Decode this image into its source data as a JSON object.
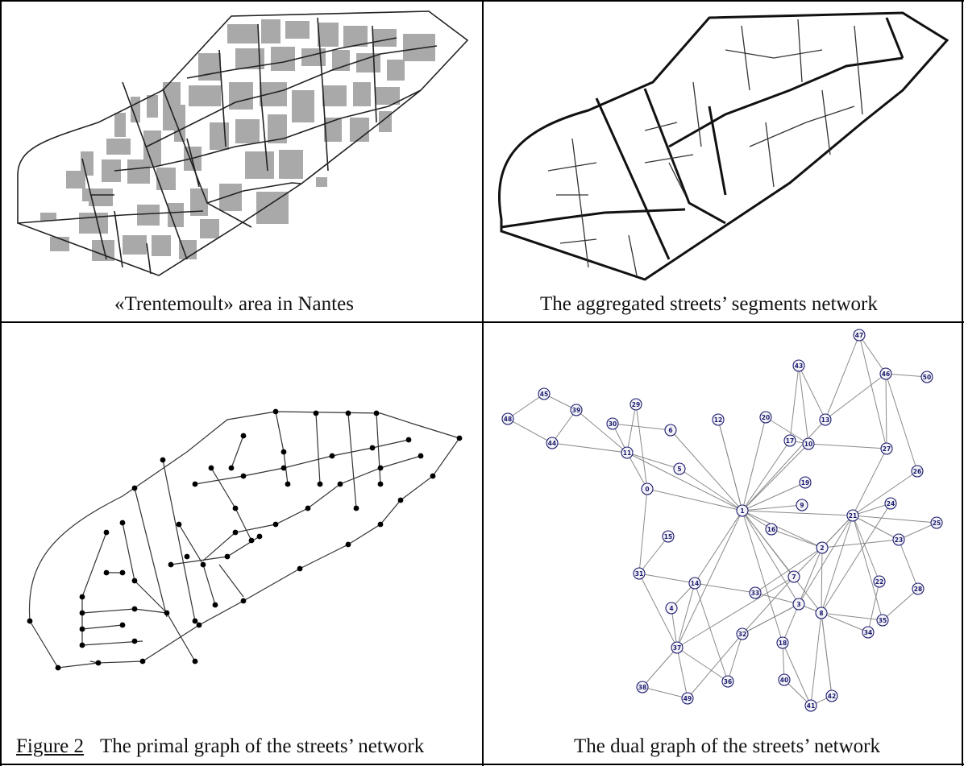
{
  "figure": {
    "label": "Figure 2",
    "panels": [
      {
        "id": "top-left",
        "caption": "«Trentemoult» area in Nantes"
      },
      {
        "id": "top-right",
        "caption": "The aggregated streets’ segments network"
      },
      {
        "id": "bottom-left",
        "caption": "The primal graph of the streets’ network"
      },
      {
        "id": "bottom-right",
        "caption": "The dual graph of the streets’ network"
      }
    ]
  },
  "dual_graph": {
    "node_labels": [
      "0",
      "1",
      "2",
      "3",
      "4",
      "5",
      "6",
      "7",
      "8",
      "9",
      "10",
      "11",
      "12",
      "13",
      "14",
      "15",
      "16",
      "17",
      "18",
      "19",
      "20",
      "21",
      "22",
      "23",
      "24",
      "25",
      "26",
      "27",
      "28",
      "29",
      "30",
      "31",
      "32",
      "33",
      "34",
      "35",
      "36",
      "37",
      "38",
      "39",
      "40",
      "41",
      "42",
      "43",
      "44",
      "45",
      "46",
      "47",
      "48",
      "49",
      "50"
    ]
  }
}
